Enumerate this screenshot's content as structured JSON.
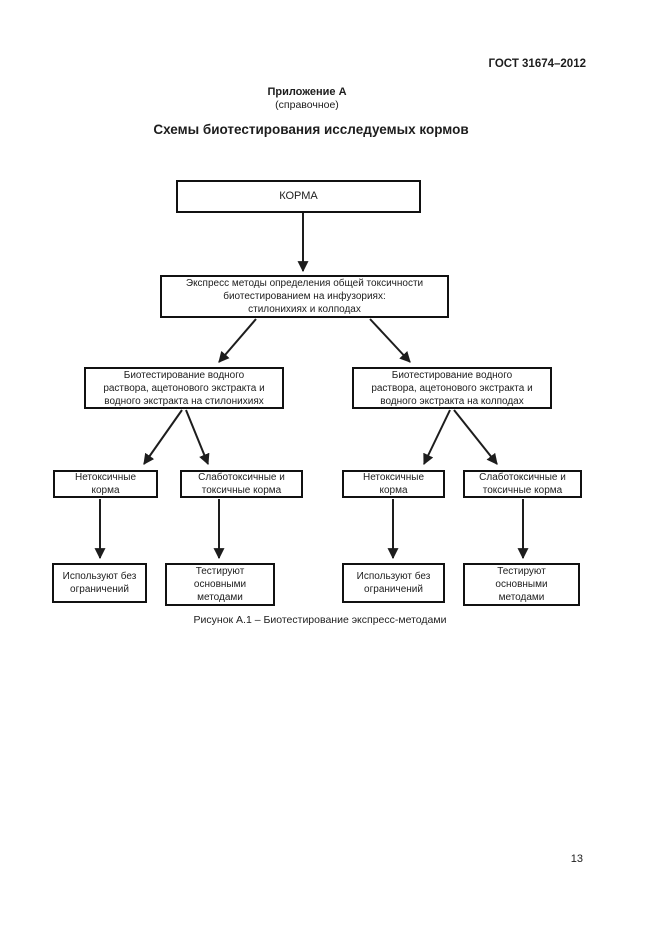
{
  "page": {
    "header_right": "ГОСТ 31674–2012",
    "appendix": {
      "title": "Приложение А",
      "subtitle": "(справочное)"
    },
    "title": "Схемы биотестирования исследуемых кормов",
    "figure_caption": "Рисунок А.1 – Биотестирование экспресс-методами",
    "page_number": "13"
  },
  "flowchart": {
    "nodes": {
      "korma": "КОРМА",
      "express": "Экспресс методы определения общей токсичности\nбиотестированием на инфузориях:\nстилонихиях и колподах",
      "bio_stylonychia": "Биотестирование водного\nраствора, ацетонового экстракта и\nводного экстракта на стилонихиях",
      "bio_colpoda": "Биотестирование водного\nраствора, ацетонового экстракта и\nводного экстракта на колподах",
      "nontoxic_left": "Нетоксичные\nкорма",
      "lowtoxic_left": "Слаботоксичные и\nтоксичные корма",
      "nontoxic_right": "Нетоксичные\nкорма",
      "lowtoxic_right": "Слаботоксичные и\nтоксичные корма",
      "use_left": "Используют без\nограничений",
      "test_left": "Тестируют\nосновными\nметодами",
      "use_right": "Используют без\nограничений",
      "test_right": "Тестируют\nосновными\nметодами"
    },
    "colors": {
      "box_border": "#111111",
      "box_fill": "#ffffff",
      "arrow": "#1d1d1d",
      "text": "#1d1d1d"
    }
  }
}
